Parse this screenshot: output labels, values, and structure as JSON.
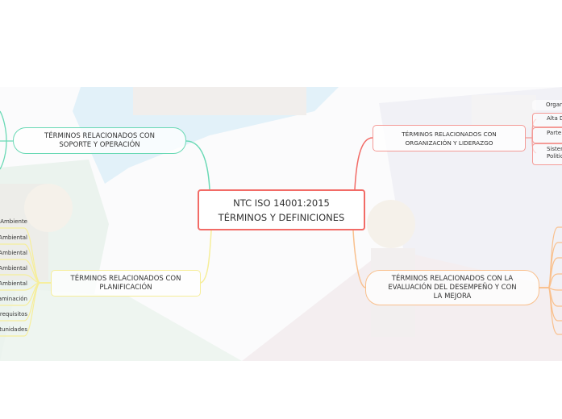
{
  "colors": {
    "central": "#f26b66",
    "soporte": "#6ad9b5",
    "planificacion": "#f6ee9a",
    "organizacion": "#f49b97",
    "evaluacion": "#f9c08d"
  },
  "central": {
    "line1": "NTC  ISO 14001:2015",
    "line2": "TÉRMINOS Y DEFINICIONES"
  },
  "branches": {
    "soporte": {
      "line1": "TÉRMINOS RELACIONADOS CON",
      "line2": "SOPORTE Y OPERACIÓN"
    },
    "planificacion": {
      "line1": "TÉRMINOS RELACIONADOS CON",
      "line2": "PLANIFICACIÓN",
      "leaves": [
        "Ambiente",
        "Ambiental",
        "Ambiental",
        "Ambiental",
        "Ambiental",
        "aminación",
        "requisitos",
        "tunidades"
      ]
    },
    "organizacion": {
      "line1": "TÉRMINOS RELACIONADOS CON",
      "line2": "ORGANIZACIÓN Y LIDERAZGO",
      "leaves": [
        "Organ",
        "Alta D",
        "Parte",
        "Sisten Politic"
      ]
    },
    "evaluacion": {
      "line1": "TÉRMINOS RELACIONADOS CON LA",
      "line2": "EVALUACIÓN DEL DESEMPEÑO Y CON",
      "line3": "LA MEJORA",
      "leaves": [
        "",
        "",
        "",
        "",
        "",
        "",
        "",
        ""
      ]
    }
  }
}
